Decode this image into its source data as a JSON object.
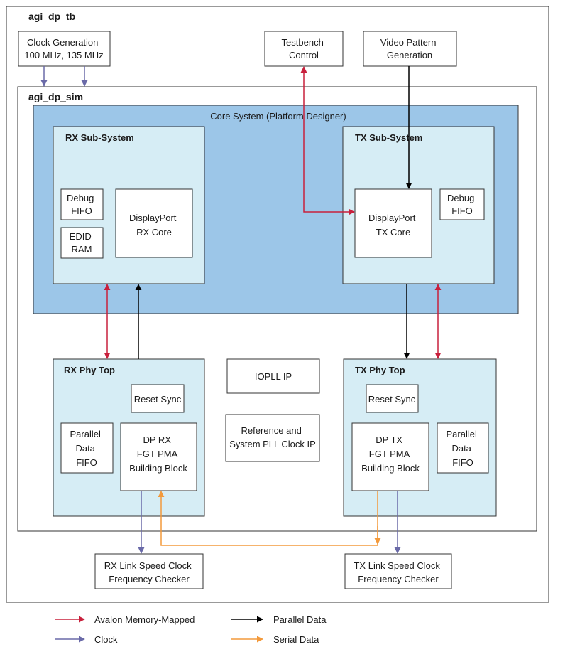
{
  "labels": {
    "tb": "agi_dp_tb",
    "sim": "agi_dp_sim",
    "clock_gen": [
      "Clock Generation",
      "100 MHz, 135 MHz"
    ],
    "testbench": [
      "Testbench",
      "Control"
    ],
    "video_pattern": [
      "Video Pattern",
      "Generation"
    ],
    "core_system": "Core System (Platform Designer)",
    "rx_subsystem": "RX Sub-System",
    "tx_subsystem": "TX Sub-System",
    "rx_debug_fifo": [
      "Debug",
      "FIFO"
    ],
    "rx_edid_ram": [
      "EDID",
      "RAM"
    ],
    "rx_core": [
      "DisplayPort",
      "RX Core"
    ],
    "tx_core": [
      "DisplayPort",
      "TX Core"
    ],
    "tx_debug_fifo": [
      "Debug",
      "FIFO"
    ],
    "rx_phy_top": "RX Phy Top",
    "tx_phy_top": "TX Phy Top",
    "rx_reset_sync": "Reset Sync",
    "tx_reset_sync": "Reset Sync",
    "rx_parallel_fifo": [
      "Parallel",
      "Data",
      "FIFO"
    ],
    "tx_parallel_fifo": [
      "Parallel",
      "Data",
      "FIFO"
    ],
    "rx_pma": [
      "DP RX",
      "FGT PMA",
      "Building Block"
    ],
    "tx_pma": [
      "DP TX",
      "FGT PMA",
      "Building Block"
    ],
    "iopll": "IOPLL IP",
    "ref_pll": [
      "Reference and",
      "System PLL Clock IP"
    ],
    "rx_checker": [
      "RX Link Speed Clock",
      "Frequency Checker"
    ],
    "tx_checker": [
      "TX Link Speed Clock",
      "Frequency Checker"
    ]
  },
  "legend": {
    "avalon": "Avalon Memory-Mapped",
    "clock": "Clock",
    "parallel": "Parallel Data",
    "serial": "Serial Data"
  },
  "colors": {
    "avalon": "#c8203c",
    "clock": "#6a6aa8",
    "parallel": "#000000",
    "serial": "#f39a3c",
    "core_fill": "#9cc6e8",
    "block_fill": "#d6edf5"
  }
}
